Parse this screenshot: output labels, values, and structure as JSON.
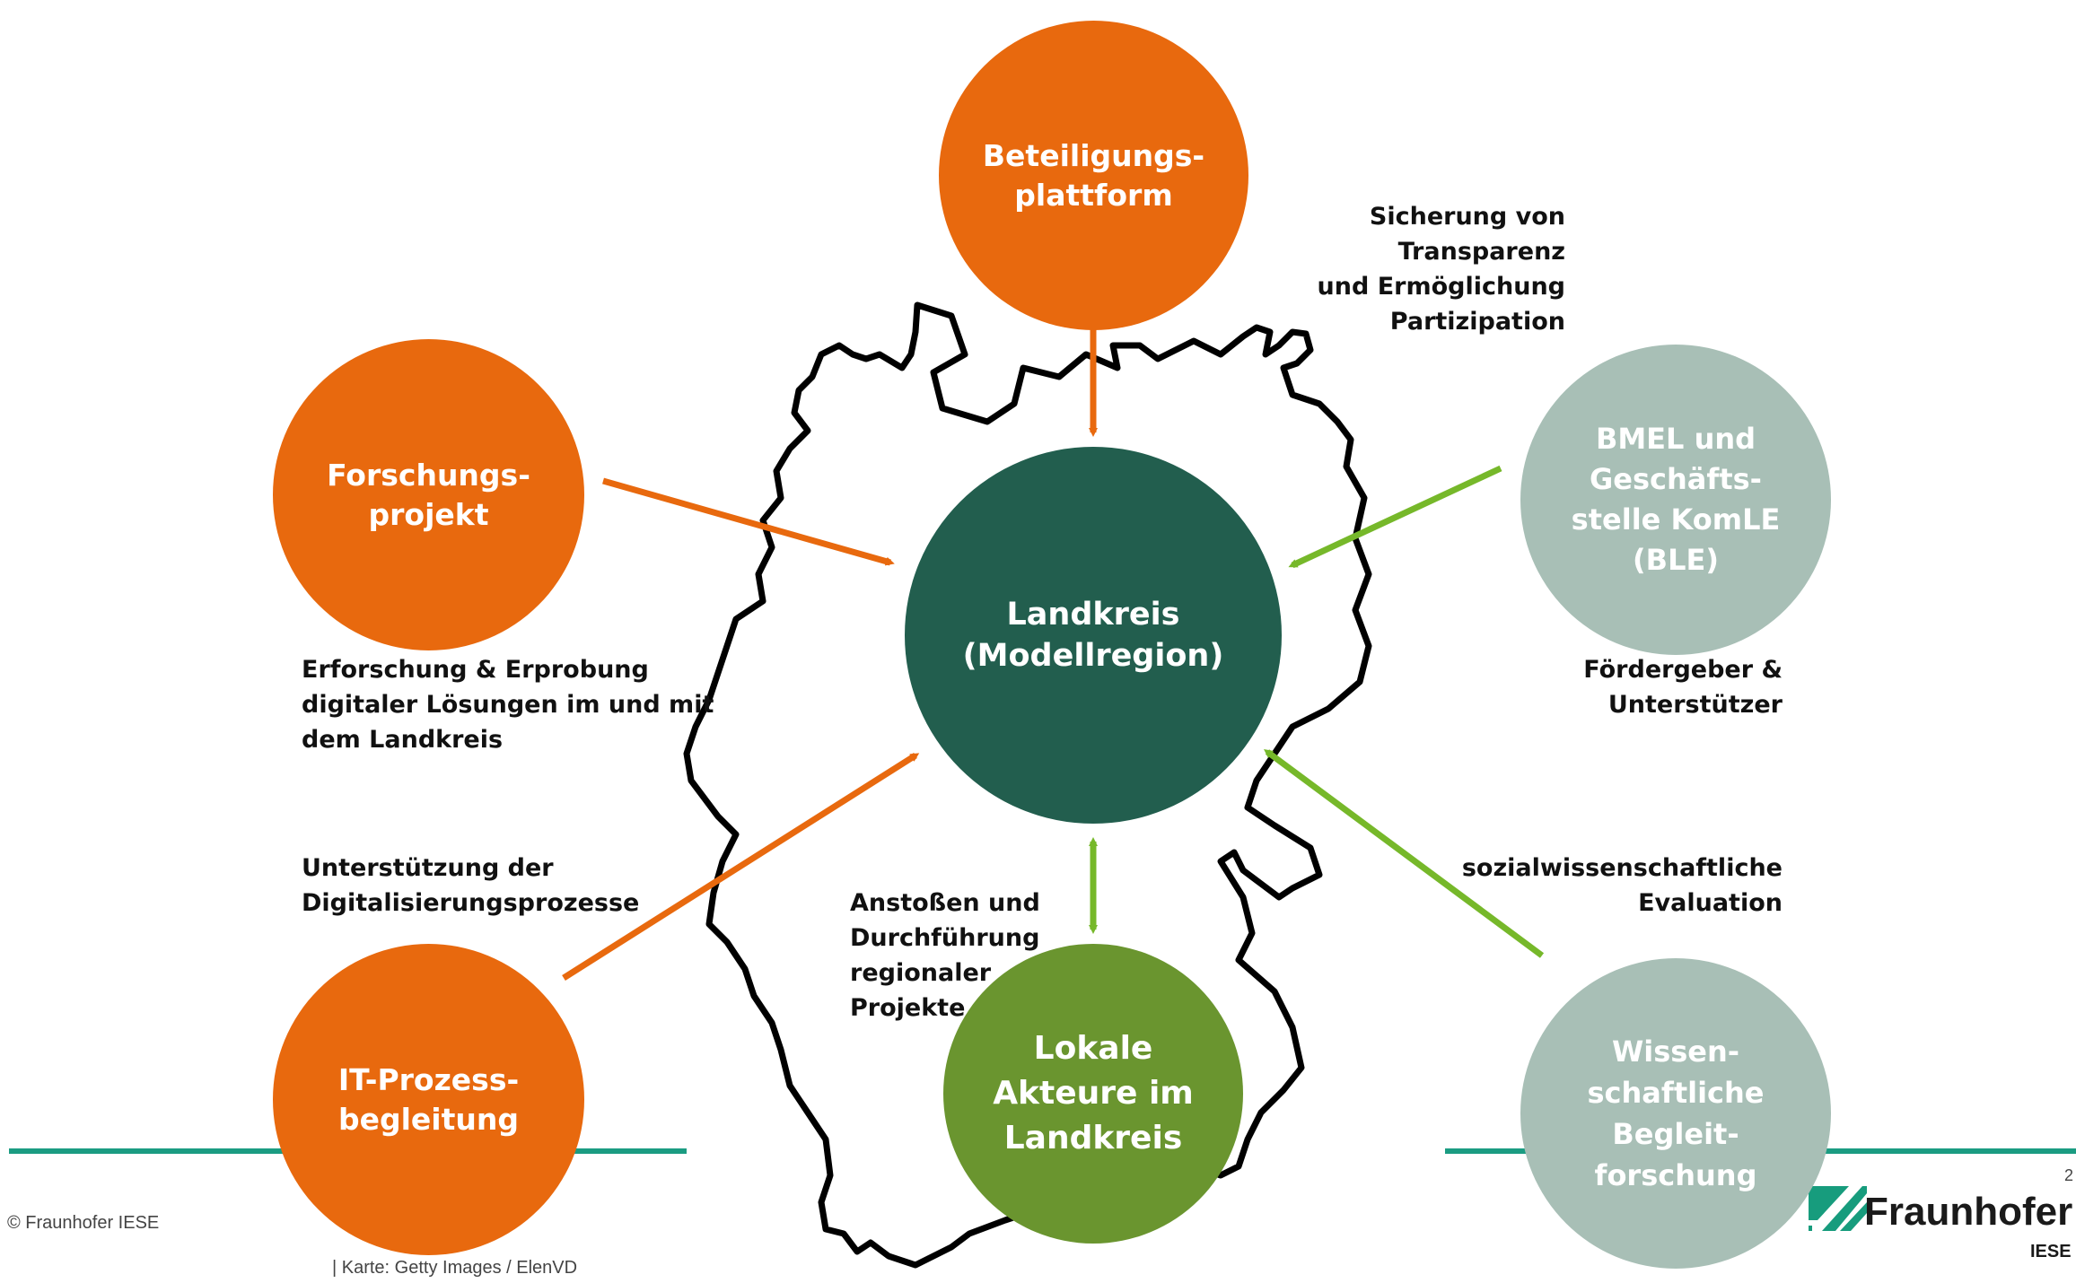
{
  "colors": {
    "orange": "#e8690e",
    "dark_green": "#225e4e",
    "light_green": "#6a952f",
    "gray_green": "#a8bfb6",
    "arrow_orange": "#e8690e",
    "arrow_green": "#76b82a",
    "teal_line": "#1b9c82",
    "logo_green": "#179c7d"
  },
  "nodes": {
    "center": "Landkreis\n(Modellregion)",
    "top": "Beteiligungs-\nplattform",
    "left_top": "Forschungs-\nprojekt",
    "left_bottom": "IT-Prozess-\nbegleitung",
    "bottom": "Lokale\nAkteure im\nLandkreis",
    "right_top": "BMEL und\nGeschäfts-\nstelle KomLE\n(BLE)",
    "right_bottom": "Wissen-\nschaftliche\nBegleit-\nforschung"
  },
  "labels": {
    "top": "Sicherung von Transparenz\nund Ermöglichung\nPartizipation",
    "left_top": "Erforschung & Erprobung\ndigitaler Lösungen im und mit\ndem Landkreis",
    "left_bottom": "Unterstützung der\nDigitalisierungsprozesse",
    "bottom": "Anstoßen und\nDurchführung\nregionaler\nProjekte",
    "right_top": "Fördergeber &\nUnterstützer",
    "right_bottom": "sozialwissenschaftliche\nEvaluation"
  },
  "footer": {
    "copyright": "© Fraunhofer IESE",
    "credit": "|  Karte: Getty Images / ElenVD",
    "page_number": "2",
    "logo_name": "Fraunhofer",
    "logo_sub": "IESE"
  }
}
